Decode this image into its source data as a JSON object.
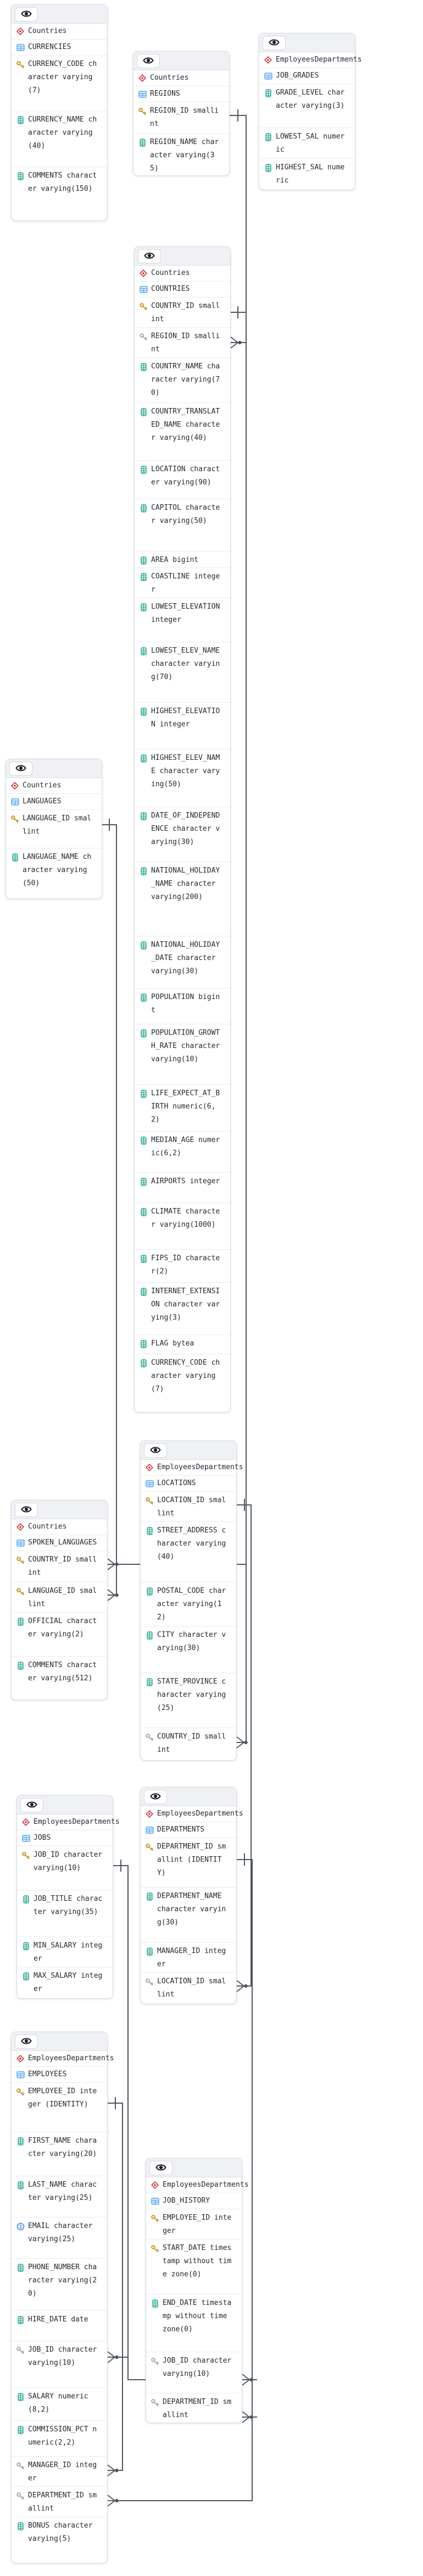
{
  "diagram_type": "entity-relationship-diagram",
  "colors": {
    "primary_key_icon": "#c08f1f",
    "foreign_key_icon": "#98a1ab",
    "column_icon": "#27a593",
    "table_icon": "#54a3f5",
    "schema_icon": "#cf222e",
    "relationship_line": "#4d5560",
    "card_header": "#eff1f4"
  },
  "tables": [
    {
      "id": "currencies",
      "schema": "Countries",
      "table": "CURRENCIES",
      "columns": [
        {
          "type": "pk",
          "text": "CURRENCY_CODE character varying(7)"
        },
        {
          "type": "col",
          "text": "CURRENCY_NAME character varying(40)"
        },
        {
          "type": "col",
          "text": "COMMENTS character varying(150)"
        }
      ]
    },
    {
      "id": "regions",
      "schema": "Countries",
      "table": "REGIONS",
      "columns": [
        {
          "type": "pk",
          "text": "REGION_ID smallint"
        },
        {
          "type": "col",
          "text": "REGION_NAME character varying(35)"
        }
      ]
    },
    {
      "id": "job-grades",
      "schema": "EmployeesDepartments",
      "table": "JOB_GRADES",
      "columns": [
        {
          "type": "col",
          "text": "GRADE_LEVEL character varying(3)"
        },
        {
          "type": "col",
          "text": "LOWEST_SAL numeric"
        },
        {
          "type": "col",
          "text": "HIGHEST_SAL numeric"
        }
      ]
    },
    {
      "id": "countries",
      "schema": "Countries",
      "table": "COUNTRIES",
      "columns": [
        {
          "type": "pk",
          "text": "COUNTRY_ID smallint"
        },
        {
          "type": "fk",
          "text": "REGION_ID smallint"
        },
        {
          "type": "col",
          "text": "COUNTRY_NAME character varying(70)"
        },
        {
          "type": "col",
          "text": "COUNTRY_TRANSLATED_NAME character varying(40)"
        },
        {
          "type": "col",
          "text": "LOCATION character varying(90)"
        },
        {
          "type": "col",
          "text": "CAPITOL character varying(50)"
        },
        {
          "type": "col",
          "text": "AREA bigint"
        },
        {
          "type": "col",
          "text": "COASTLINE integer"
        },
        {
          "type": "col",
          "text": "LOWEST_ELEVATION integer"
        },
        {
          "type": "col",
          "text": "LOWEST_ELEV_NAME character varying(70)"
        },
        {
          "type": "col",
          "text": "HIGHEST_ELEVATION integer"
        },
        {
          "type": "col",
          "text": "HIGHEST_ELEV_NAME character varying(50)"
        },
        {
          "type": "col",
          "text": "DATE_OF_INDEPENDENCE character varying(30)"
        },
        {
          "type": "col",
          "text": "NATIONAL_HOLIDAY_NAME character varying(200)"
        },
        {
          "type": "col",
          "text": "NATIONAL_HOLIDAY_DATE character varying(30)"
        },
        {
          "type": "col",
          "text": "POPULATION bigint"
        },
        {
          "type": "col",
          "text": "POPULATION_GROWTH_RATE character varying(10)"
        },
        {
          "type": "col",
          "text": "LIFE_EXPECT_AT_BIRTH numeric(6,2)"
        },
        {
          "type": "col",
          "text": "MEDIAN_AGE numeric(6,2)"
        },
        {
          "type": "col",
          "text": "AIRPORTS integer"
        },
        {
          "type": "col",
          "text": "CLIMATE character varying(1000)"
        },
        {
          "type": "col",
          "text": "FIPS_ID character(2)"
        },
        {
          "type": "col",
          "text": "INTERNET_EXTENSION character varying(3)"
        },
        {
          "type": "col",
          "text": "FLAG bytea"
        },
        {
          "type": "col",
          "text": "CURRENCY_CODE character varying(7)"
        }
      ]
    },
    {
      "id": "languages",
      "schema": "Countries",
      "table": "LANGUAGES",
      "columns": [
        {
          "type": "pk",
          "text": "LANGUAGE_ID smallint"
        },
        {
          "type": "col",
          "text": "LANGUAGE_NAME character varying(50)"
        }
      ]
    },
    {
      "id": "spoken-languages",
      "schema": "Countries",
      "table": "SPOKEN_LANGUAGES",
      "columns": [
        {
          "type": "pk",
          "text": "COUNTRY_ID smallint"
        },
        {
          "type": "pk",
          "text": "LANGUAGE_ID smallint"
        },
        {
          "type": "col",
          "text": "OFFICIAL character varying(2)"
        },
        {
          "type": "col",
          "text": "COMMENTS character varying(512)"
        }
      ]
    },
    {
      "id": "locations",
      "schema": "EmployeesDepartments",
      "table": "LOCATIONS",
      "columns": [
        {
          "type": "pk",
          "text": "LOCATION_ID smallint"
        },
        {
          "type": "col",
          "text": "STREET_ADDRESS character varying(40)"
        },
        {
          "type": "col",
          "text": "POSTAL_CODE character varying(12)"
        },
        {
          "type": "col",
          "text": "CITY character varying(30)"
        },
        {
          "type": "col",
          "text": "STATE_PROVINCE character varying(25)"
        },
        {
          "type": "fk",
          "text": "COUNTRY_ID smallint"
        }
      ]
    },
    {
      "id": "departments",
      "schema": "EmployeesDepartments",
      "table": "DEPARTMENTS",
      "columns": [
        {
          "type": "pk",
          "text": "DEPARTMENT_ID smallint (IDENTITY)"
        },
        {
          "type": "col",
          "text": "DEPARTMENT_NAME character varying(30)"
        },
        {
          "type": "col",
          "text": "MANAGER_ID integer"
        },
        {
          "type": "fk",
          "text": "LOCATION_ID smallint"
        }
      ]
    },
    {
      "id": "jobs",
      "schema": "EmployeesDepartments",
      "table": "JOBS",
      "columns": [
        {
          "type": "pk",
          "text": "JOB_ID character varying(10)"
        },
        {
          "type": "col",
          "text": "JOB_TITLE character varying(35)"
        },
        {
          "type": "col",
          "text": "MIN_SALARY integer"
        },
        {
          "type": "col",
          "text": "MAX_SALARY integer"
        }
      ]
    },
    {
      "id": "employees",
      "schema": "EmployeesDepartments",
      "table": "EMPLOYEES",
      "columns": [
        {
          "type": "pk",
          "text": "EMPLOYEE_ID integer (IDENTITY)"
        },
        {
          "type": "col",
          "text": "FIRST_NAME character varying(20)"
        },
        {
          "type": "col",
          "text": "LAST_NAME character varying(25)"
        },
        {
          "type": "unique",
          "text": "EMAIL character varying(25)"
        },
        {
          "type": "col",
          "text": "PHONE_NUMBER character varying(20)"
        },
        {
          "type": "col",
          "text": "HIRE_DATE date"
        },
        {
          "type": "fk",
          "text": "JOB_ID character varying(10)"
        },
        {
          "type": "col",
          "text": "SALARY numeric(8,2)"
        },
        {
          "type": "col",
          "text": "COMMISSION_PCT numeric(2,2)"
        },
        {
          "type": "fk",
          "text": "MANAGER_ID integer"
        },
        {
          "type": "fk",
          "text": "DEPARTMENT_ID smallint"
        },
        {
          "type": "col",
          "text": "BONUS character varying(5)"
        }
      ]
    },
    {
      "id": "job-history",
      "schema": "EmployeesDepartments",
      "table": "JOB_HISTORY",
      "columns": [
        {
          "type": "pk",
          "text": "EMPLOYEE_ID integer"
        },
        {
          "type": "pk",
          "text": "START_DATE timestamp without time zone(0)"
        },
        {
          "type": "col",
          "text": "END_DATE timestamp without time zone(0)"
        },
        {
          "type": "fk",
          "text": "JOB_ID character varying(10)"
        },
        {
          "type": "fk",
          "text": "DEPARTMENT_ID smallint"
        }
      ]
    }
  ],
  "relationships": [
    {
      "from": "Countries.REGIONS.REGION_ID",
      "to": "Countries.COUNTRIES.REGION_ID",
      "cardinality": "one-to-many"
    },
    {
      "from": "Countries.COUNTRIES.COUNTRY_ID",
      "to": "Countries.SPOKEN_LANGUAGES.COUNTRY_ID",
      "cardinality": "one-to-many"
    },
    {
      "from": "Countries.COUNTRIES.COUNTRY_ID",
      "to": "EmployeesDepartments.LOCATIONS.COUNTRY_ID",
      "cardinality": "one-to-many"
    },
    {
      "from": "Countries.LANGUAGES.LANGUAGE_ID",
      "to": "Countries.SPOKEN_LANGUAGES.LANGUAGE_ID",
      "cardinality": "one-to-many"
    },
    {
      "from": "EmployeesDepartments.LOCATIONS.LOCATION_ID",
      "to": "EmployeesDepartments.DEPARTMENTS.LOCATION_ID",
      "cardinality": "one-to-many"
    },
    {
      "from": "EmployeesDepartments.DEPARTMENTS.DEPARTMENT_ID",
      "to": "EmployeesDepartments.JOB_HISTORY.DEPARTMENT_ID",
      "cardinality": "one-to-many"
    },
    {
      "from": "EmployeesDepartments.DEPARTMENTS.DEPARTMENT_ID",
      "to": "EmployeesDepartments.EMPLOYEES.DEPARTMENT_ID",
      "cardinality": "one-to-many"
    },
    {
      "from": "EmployeesDepartments.JOBS.JOB_ID",
      "to": "EmployeesDepartments.EMPLOYEES.JOB_ID",
      "cardinality": "one-to-many"
    },
    {
      "from": "EmployeesDepartments.JOBS.JOB_ID",
      "to": "EmployeesDepartments.JOB_HISTORY.JOB_ID",
      "cardinality": "one-to-many"
    },
    {
      "from": "EmployeesDepartments.EMPLOYEES.EMPLOYEE_ID",
      "to": "EmployeesDepartments.EMPLOYEES.MANAGER_ID",
      "cardinality": "one-to-many"
    }
  ]
}
